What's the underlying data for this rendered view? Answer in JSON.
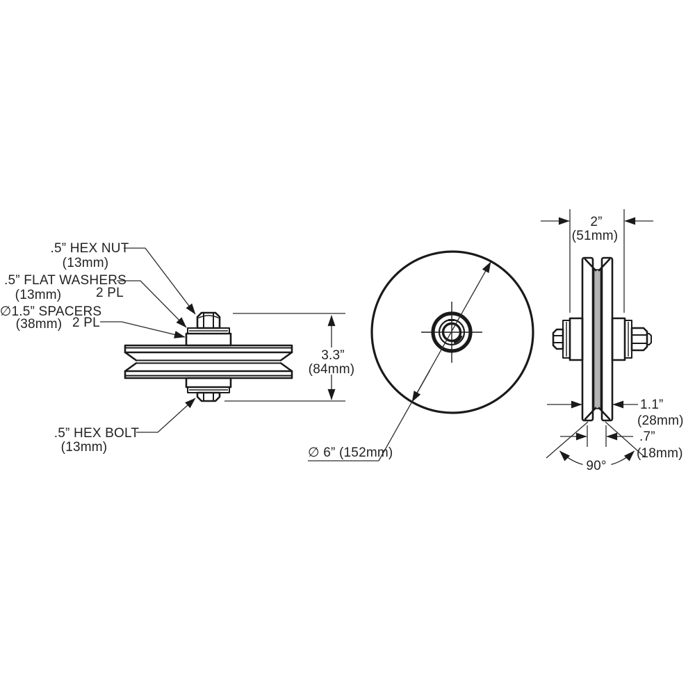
{
  "title": "Pulley dimensional drawing",
  "colors": {
    "line": "#1a1a1a",
    "dim": "#2a2a2a",
    "bg": "#ffffff",
    "groove_fill": "#b4b4b4"
  },
  "side_view": {
    "nut_label_1": ".5” HEX NUT",
    "nut_label_2": "(13mm)",
    "washers_label_1": ".5” FLAT WASHERS",
    "washers_label_2": "(13mm)",
    "washers_qty": "2 PL",
    "spacers_label_1": "∅1.5” SPACERS",
    "spacers_label_2": "(38mm)",
    "spacers_qty": "2 PL",
    "bolt_label_1": ".5” HEX BOLT",
    "bolt_label_2": "(13mm)",
    "height_in": "3.3”",
    "height_mm": "(84mm)"
  },
  "front_view": {
    "diameter": "∅ 6” (152mm)"
  },
  "edge_view": {
    "width_in": "2”",
    "width_mm": "(51mm)",
    "thickness_in": "1.1”",
    "thickness_mm": "(28mm)",
    "groove_in": ".7”",
    "groove_mm": "(18mm)",
    "angle": "90°"
  }
}
